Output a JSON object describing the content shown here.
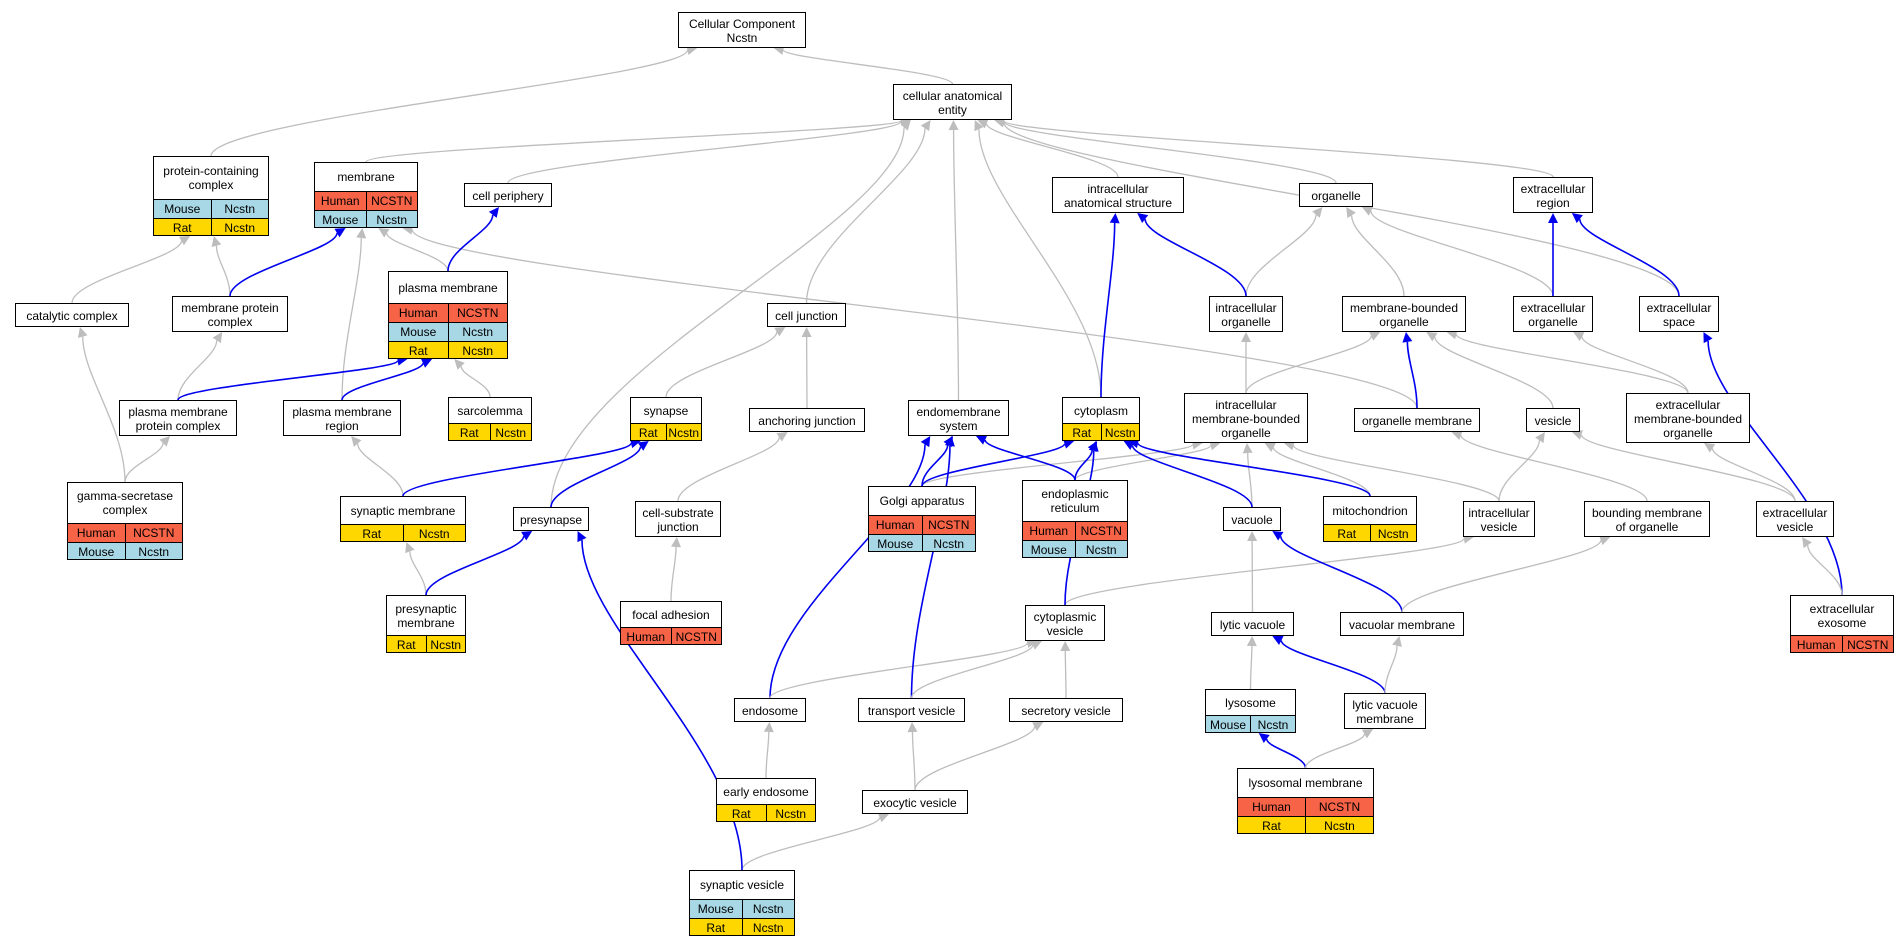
{
  "colors": {
    "human": "#f76346",
    "mouse": "#a8d8e6",
    "rat": "#ffd700",
    "edge_isa": "#bdbdbd",
    "edge_partof": "#0000ee"
  },
  "nodes": [
    {
      "id": "root",
      "label": "Cellular Component\nNcstn",
      "rows": []
    },
    {
      "id": "cae",
      "label": "cellular anatomical\nentity",
      "rows": []
    },
    {
      "id": "pcc",
      "label": "protein-containing\ncomplex",
      "rows": [
        [
          "Mouse",
          "Ncstn"
        ],
        [
          "Rat",
          "Ncstn"
        ]
      ]
    },
    {
      "id": "membrane",
      "label": "membrane",
      "rows": [
        [
          "Human",
          "NCSTN"
        ],
        [
          "Mouse",
          "Ncstn"
        ]
      ]
    },
    {
      "id": "cellper",
      "label": "cell periphery",
      "rows": []
    },
    {
      "id": "ias",
      "label": "intracellular\nanatomical structure",
      "rows": []
    },
    {
      "id": "organelle",
      "label": "organelle",
      "rows": []
    },
    {
      "id": "ecr",
      "label": "extracellular\nregion",
      "rows": []
    },
    {
      "id": "catcomplex",
      "label": "catalytic complex",
      "rows": []
    },
    {
      "id": "mpc",
      "label": "membrane protein\ncomplex",
      "rows": []
    },
    {
      "id": "pm",
      "label": "plasma membrane",
      "rows": [
        [
          "Human",
          "NCSTN"
        ],
        [
          "Mouse",
          "Ncstn"
        ],
        [
          "Rat",
          "Ncstn"
        ]
      ]
    },
    {
      "id": "celljunction",
      "label": "cell junction",
      "rows": []
    },
    {
      "id": "intorg",
      "label": "intracellular\norganelle",
      "rows": []
    },
    {
      "id": "mbo",
      "label": "membrane-bounded\norganelle",
      "rows": []
    },
    {
      "id": "ecorg",
      "label": "extracellular\norganelle",
      "rows": []
    },
    {
      "id": "ecspace",
      "label": "extracellular\nspace",
      "rows": []
    },
    {
      "id": "pmpc",
      "label": "plasma membrane\nprotein complex",
      "rows": []
    },
    {
      "id": "pmr",
      "label": "plasma membrane\nregion",
      "rows": []
    },
    {
      "id": "sarcolemma",
      "label": "sarcolemma",
      "rows": [
        [
          "Rat",
          "Ncstn"
        ]
      ]
    },
    {
      "id": "synapse",
      "label": "synapse",
      "rows": [
        [
          "Rat",
          "Ncstn"
        ]
      ]
    },
    {
      "id": "anchjunction",
      "label": "anchoring junction",
      "rows": []
    },
    {
      "id": "endosys",
      "label": "endomembrane\nsystem",
      "rows": []
    },
    {
      "id": "cytoplasm",
      "label": "cytoplasm",
      "rows": [
        [
          "Rat",
          "Ncstn"
        ]
      ]
    },
    {
      "id": "imbo",
      "label": "intracellular\nmembrane-bounded\norganelle",
      "rows": []
    },
    {
      "id": "orgmem",
      "label": "organelle membrane",
      "rows": []
    },
    {
      "id": "vesicle",
      "label": "vesicle",
      "rows": []
    },
    {
      "id": "ecmbo",
      "label": "extracellular\nmembrane-bounded\norganelle",
      "rows": []
    },
    {
      "id": "gsc",
      "label": "gamma-secretase\ncomplex",
      "rows": [
        [
          "Human",
          "NCSTN"
        ],
        [
          "Mouse",
          "Ncstn"
        ]
      ]
    },
    {
      "id": "synmem",
      "label": "synaptic membrane",
      "rows": [
        [
          "Rat",
          "Ncstn"
        ]
      ]
    },
    {
      "id": "presynapse",
      "label": "presynapse",
      "rows": []
    },
    {
      "id": "csj",
      "label": "cell-substrate\njunction",
      "rows": []
    },
    {
      "id": "golgi",
      "label": "Golgi apparatus",
      "rows": [
        [
          "Human",
          "NCSTN"
        ],
        [
          "Mouse",
          "Ncstn"
        ]
      ]
    },
    {
      "id": "er",
      "label": "endoplasmic\nreticulum",
      "rows": [
        [
          "Human",
          "NCSTN"
        ],
        [
          "Mouse",
          "Ncstn"
        ]
      ]
    },
    {
      "id": "vacuole",
      "label": "vacuole",
      "rows": []
    },
    {
      "id": "mito",
      "label": "mitochondrion",
      "rows": [
        [
          "Rat",
          "Ncstn"
        ]
      ]
    },
    {
      "id": "icves",
      "label": "intracellular\nvesicle",
      "rows": []
    },
    {
      "id": "bmo",
      "label": "bounding membrane\nof organelle",
      "rows": []
    },
    {
      "id": "ecves",
      "label": "extracellular\nvesicle",
      "rows": []
    },
    {
      "id": "presynmem",
      "label": "presynaptic\nmembrane",
      "rows": [
        [
          "Rat",
          "Ncstn"
        ]
      ]
    },
    {
      "id": "focal",
      "label": "focal adhesion",
      "rows": [
        [
          "Human",
          "NCSTN"
        ]
      ]
    },
    {
      "id": "cytves",
      "label": "cytoplasmic\nvesicle",
      "rows": []
    },
    {
      "id": "lyticvac",
      "label": "lytic vacuole",
      "rows": []
    },
    {
      "id": "vacmem",
      "label": "vacuolar membrane",
      "rows": []
    },
    {
      "id": "exosome",
      "label": "extracellular\nexosome",
      "rows": [
        [
          "Human",
          "NCSTN"
        ]
      ]
    },
    {
      "id": "endosome",
      "label": "endosome",
      "rows": []
    },
    {
      "id": "transves",
      "label": "transport vesicle",
      "rows": []
    },
    {
      "id": "secves",
      "label": "secretory vesicle",
      "rows": []
    },
    {
      "id": "lysosome",
      "label": "lysosome",
      "rows": [
        [
          "Mouse",
          "Ncstn"
        ]
      ]
    },
    {
      "id": "lvm",
      "label": "lytic vacuole\nmembrane",
      "rows": []
    },
    {
      "id": "earlyendo",
      "label": "early endosome",
      "rows": [
        [
          "Rat",
          "Ncstn"
        ]
      ]
    },
    {
      "id": "exoves",
      "label": "exocytic vesicle",
      "rows": []
    },
    {
      "id": "lysomem",
      "label": "lysosomal membrane",
      "rows": [
        [
          "Human",
          "NCSTN"
        ],
        [
          "Rat",
          "Ncstn"
        ]
      ]
    },
    {
      "id": "synves",
      "label": "synaptic vesicle",
      "rows": [
        [
          "Mouse",
          "Ncstn"
        ],
        [
          "Rat",
          "Ncstn"
        ]
      ]
    }
  ],
  "edges": [
    [
      "cae",
      "root",
      "isa"
    ],
    [
      "pcc",
      "root",
      "isa"
    ],
    [
      "membrane",
      "cae",
      "isa"
    ],
    [
      "cellper",
      "cae",
      "isa"
    ],
    [
      "ias",
      "cae",
      "isa"
    ],
    [
      "organelle",
      "cae",
      "isa"
    ],
    [
      "ecr",
      "cae",
      "isa"
    ],
    [
      "ecspace",
      "cae",
      "isa"
    ],
    [
      "celljunction",
      "cae",
      "isa"
    ],
    [
      "presynapse",
      "cae",
      "isa"
    ],
    [
      "endosys",
      "cae",
      "isa"
    ],
    [
      "cytoplasm",
      "cae",
      "isa"
    ],
    [
      "catcomplex",
      "pcc",
      "isa"
    ],
    [
      "mpc",
      "pcc",
      "isa"
    ],
    [
      "mpc",
      "membrane",
      "partof"
    ],
    [
      "pm",
      "membrane",
      "isa"
    ],
    [
      "pmr",
      "membrane",
      "isa"
    ],
    [
      "orgmem",
      "membrane",
      "isa"
    ],
    [
      "pm",
      "cellper",
      "partof"
    ],
    [
      "intorg",
      "organelle",
      "isa"
    ],
    [
      "mbo",
      "organelle",
      "isa"
    ],
    [
      "ecorg",
      "organelle",
      "isa"
    ],
    [
      "intorg",
      "ias",
      "partof"
    ],
    [
      "cytoplasm",
      "ias",
      "partof"
    ],
    [
      "ecorg",
      "ecr",
      "partof"
    ],
    [
      "ecspace",
      "ecr",
      "partof"
    ],
    [
      "pmpc",
      "mpc",
      "isa"
    ],
    [
      "pmpc",
      "pm",
      "partof"
    ],
    [
      "pmr",
      "pm",
      "partof"
    ],
    [
      "sarcolemma",
      "pm",
      "isa"
    ],
    [
      "synapse",
      "celljunction",
      "isa"
    ],
    [
      "anchjunction",
      "celljunction",
      "isa"
    ],
    [
      "imbo",
      "intorg",
      "isa"
    ],
    [
      "imbo",
      "mbo",
      "isa"
    ],
    [
      "orgmem",
      "mbo",
      "partof"
    ],
    [
      "vesicle",
      "mbo",
      "isa"
    ],
    [
      "ecmbo",
      "mbo",
      "isa"
    ],
    [
      "ecmbo",
      "ecorg",
      "isa"
    ],
    [
      "exosome",
      "ecspace",
      "partof"
    ],
    [
      "gsc",
      "catcomplex",
      "isa"
    ],
    [
      "gsc",
      "pmpc",
      "isa"
    ],
    [
      "synmem",
      "pmr",
      "isa"
    ],
    [
      "synmem",
      "synapse",
      "partof"
    ],
    [
      "presynapse",
      "synapse",
      "partof"
    ],
    [
      "csj",
      "anchjunction",
      "isa"
    ],
    [
      "golgi",
      "endosys",
      "partof"
    ],
    [
      "golgi",
      "imbo",
      "isa"
    ],
    [
      "golgi",
      "cytoplasm",
      "partof"
    ],
    [
      "er",
      "endosys",
      "partof"
    ],
    [
      "er",
      "imbo",
      "isa"
    ],
    [
      "er",
      "cytoplasm",
      "partof"
    ],
    [
      "vacuole",
      "imbo",
      "isa"
    ],
    [
      "vacuole",
      "cytoplasm",
      "partof"
    ],
    [
      "mito",
      "imbo",
      "isa"
    ],
    [
      "mito",
      "cytoplasm",
      "partof"
    ],
    [
      "icves",
      "vesicle",
      "isa"
    ],
    [
      "icves",
      "imbo",
      "isa"
    ],
    [
      "bmo",
      "orgmem",
      "isa"
    ],
    [
      "ecves",
      "vesicle",
      "isa"
    ],
    [
      "ecves",
      "ecmbo",
      "isa"
    ],
    [
      "presynmem",
      "synmem",
      "isa"
    ],
    [
      "presynmem",
      "presynapse",
      "partof"
    ],
    [
      "focal",
      "csj",
      "isa"
    ],
    [
      "cytves",
      "icves",
      "isa"
    ],
    [
      "cytves",
      "cytoplasm",
      "partof"
    ],
    [
      "lyticvac",
      "vacuole",
      "isa"
    ],
    [
      "vacmem",
      "vacuole",
      "partof"
    ],
    [
      "vacmem",
      "bmo",
      "isa"
    ],
    [
      "exosome",
      "ecves",
      "isa"
    ],
    [
      "endosome",
      "endosys",
      "partof"
    ],
    [
      "endosome",
      "cytves",
      "isa"
    ],
    [
      "transves",
      "endosys",
      "partof"
    ],
    [
      "transves",
      "cytves",
      "isa"
    ],
    [
      "secves",
      "cytves",
      "isa"
    ],
    [
      "lysosome",
      "lyticvac",
      "isa"
    ],
    [
      "lvm",
      "lyticvac",
      "partof"
    ],
    [
      "lvm",
      "vacmem",
      "isa"
    ],
    [
      "earlyendo",
      "endosome",
      "isa"
    ],
    [
      "exoves",
      "transves",
      "isa"
    ],
    [
      "exoves",
      "secves",
      "isa"
    ],
    [
      "lysomem",
      "lysosome",
      "partof"
    ],
    [
      "lysomem",
      "lvm",
      "isa"
    ],
    [
      "synves",
      "exoves",
      "isa"
    ],
    [
      "synves",
      "presynapse",
      "partof"
    ]
  ]
}
